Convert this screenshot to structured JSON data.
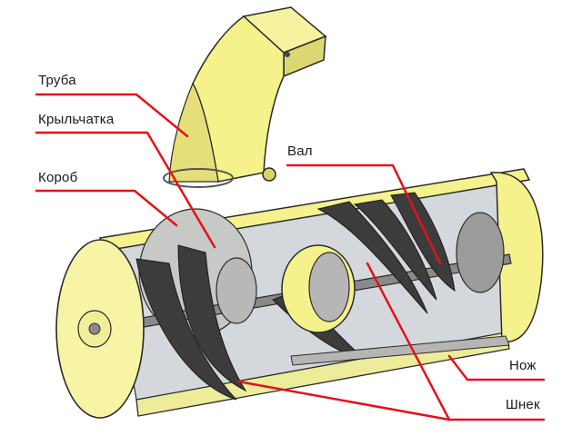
{
  "labels": {
    "pipe": "Труба",
    "impeller": "Крыльчатка",
    "housing": "Короб",
    "shaft": "Вал",
    "knife": "Нож",
    "auger": "Шнек"
  },
  "colors": {
    "leader": "#e3121a",
    "body_yellow": "#f5f28c",
    "body_yellow_dark": "#d9d366",
    "auger_dark": "#3a3a3a",
    "steel": "#9a9a9a",
    "outline": "#2a2a2a"
  }
}
